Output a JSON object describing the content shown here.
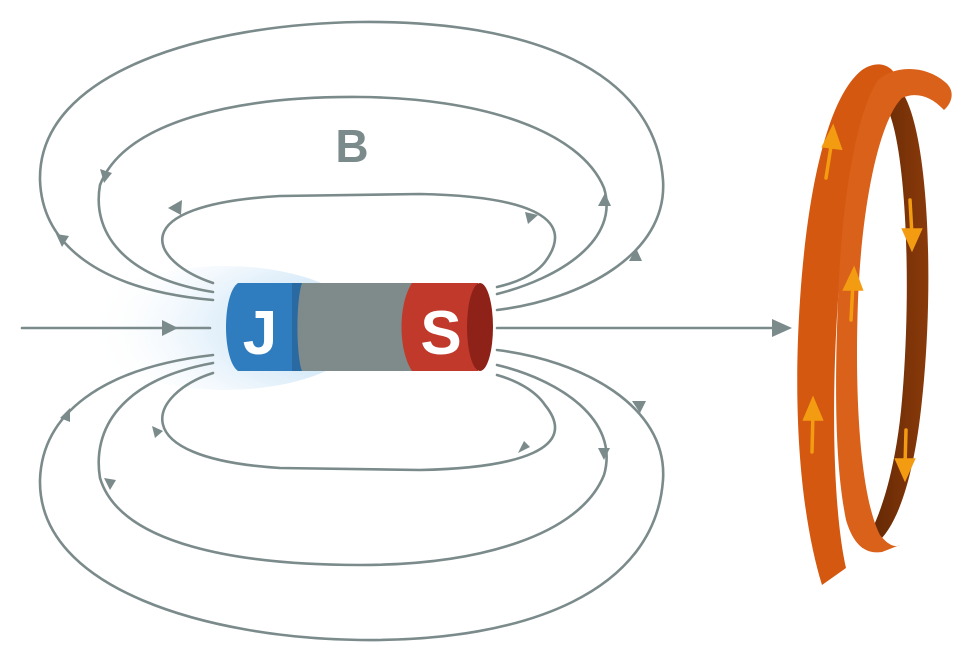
{
  "diagram": {
    "field_label": "B",
    "magnet": {
      "left_pole_label": "J",
      "right_pole_label": "S"
    }
  },
  "colors": {
    "field_lines": "#7b8a8a",
    "left_pole": "#2f7dbf",
    "middle": "#7f8b8b",
    "right_pole": "#c0392b",
    "coil_front": "#d4580f",
    "coil_back": "#7a3208",
    "current_arrows": "#f39c12",
    "glow": "#a9d3f2"
  }
}
